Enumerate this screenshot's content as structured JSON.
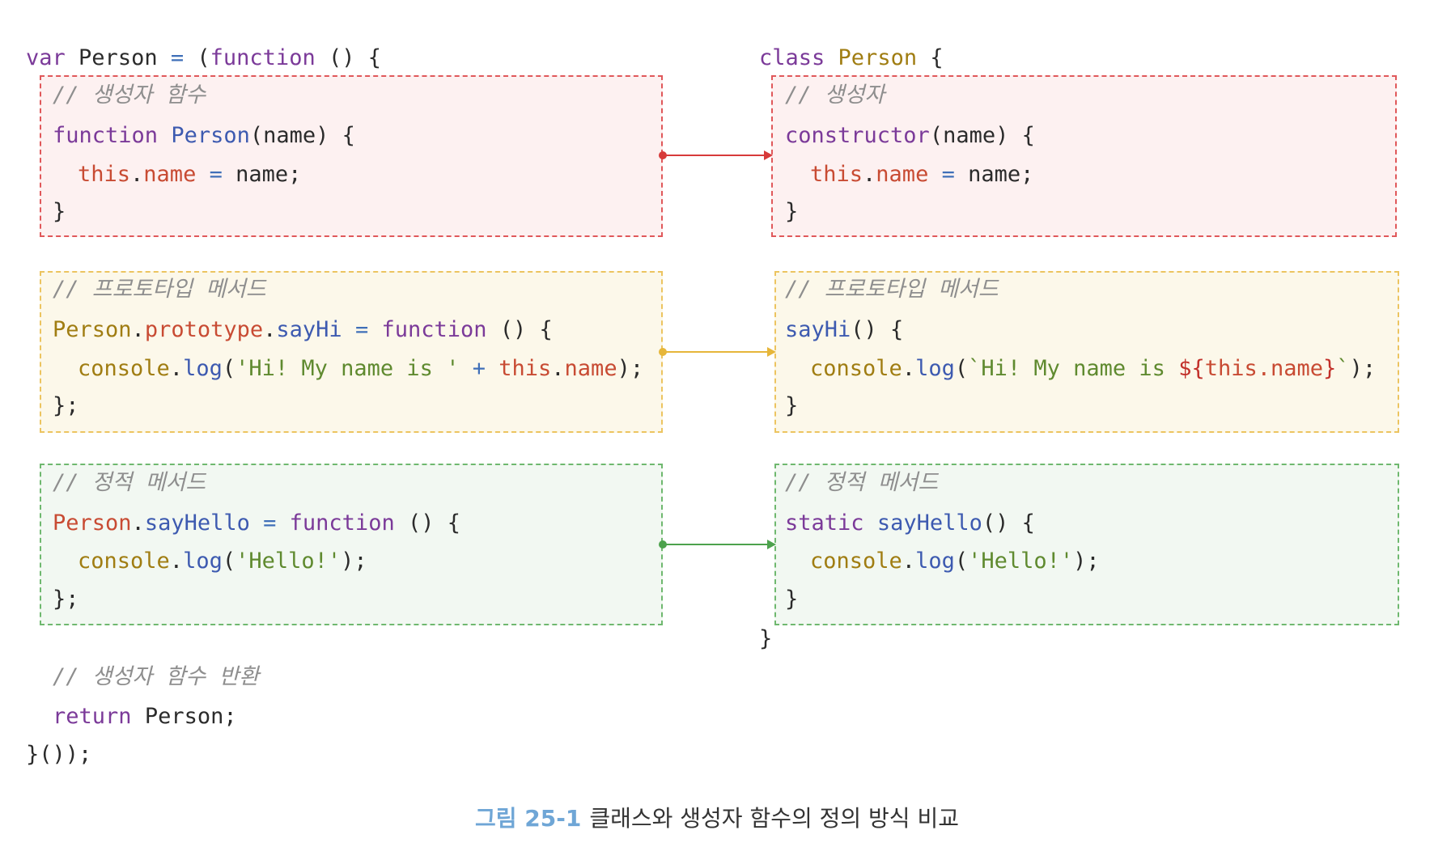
{
  "left": {
    "header": {
      "kw_var": "var",
      "name": "Person",
      "eq": "=",
      "open": "(",
      "kw_function": "function",
      "rest": "() {"
    },
    "ctor": {
      "comment": "// 생성자 함수",
      "l1_kw": "function",
      "l1_fn": "Person",
      "l1_rest": "(name) {",
      "l2_this": "this",
      "l2_dot": ".",
      "l2_prop": "name",
      "l2_eq": "=",
      "l2_rest": "name;",
      "l3": "}"
    },
    "proto": {
      "comment": "// 프로토타입 메서드",
      "l1_obj": "Person",
      "l1_dot": ".",
      "l1_prop": "prototype",
      "l1_dot2": ".",
      "l1_fn": "sayHi",
      "l1_eq": "=",
      "l1_kw": "function",
      "l1_rest": "() {",
      "l2_obj": "console",
      "l2_dot": ".",
      "l2_fn": "log",
      "l2_open": "(",
      "l2_str": "'Hi! My name is '",
      "l2_plus": "+",
      "l2_this": "this",
      "l2_dot2": ".",
      "l2_prop": "name",
      "l2_close": ");",
      "l3": "};"
    },
    "static": {
      "comment": "// 정적 메서드",
      "l1_obj": "Person",
      "l1_dot": ".",
      "l1_fn": "sayHello",
      "l1_eq": "=",
      "l1_kw": "function",
      "l1_rest": "() {",
      "l2_obj": "console",
      "l2_dot": ".",
      "l2_fn": "log",
      "l2_open": "(",
      "l2_str": "'Hello!'",
      "l2_close": ");",
      "l3": "};"
    },
    "footer": {
      "comment": "// 생성자 함수 반환",
      "ret_kw": "return",
      "ret_rest": "Person;",
      "close": "}());"
    }
  },
  "right": {
    "header": {
      "kw_class": "class",
      "name": "Person",
      "brace": "{"
    },
    "ctor": {
      "comment": "// 생성자",
      "l1_fn": "constructor",
      "l1_rest": "(name) {",
      "l2_this": "this",
      "l2_dot": ".",
      "l2_prop": "name",
      "l2_eq": "=",
      "l2_rest": "name;",
      "l3": "}"
    },
    "proto": {
      "comment": "// 프로토타입 메서드",
      "l1_fn": "sayHi",
      "l1_rest": "() {",
      "l2_obj": "console",
      "l2_dot": ".",
      "l2_fn": "log",
      "l2_open": "(",
      "l2_bt": "`Hi! My name is ",
      "l2_tpl_open": "${",
      "l2_this": "this",
      "l2_dot2": ".",
      "l2_prop": "name",
      "l2_tpl_close": "}",
      "l2_bt_end": "`",
      "l2_close": ");",
      "l3": "}"
    },
    "static": {
      "comment": "// 정적 메서드",
      "l1_kw": "static",
      "l1_fn": "sayHello",
      "l1_rest": "() {",
      "l2_obj": "console",
      "l2_dot": ".",
      "l2_fn": "log",
      "l2_open": "(",
      "l2_str": "'Hello!'",
      "l2_close": ");",
      "l3": "}"
    },
    "close": "}"
  },
  "caption": {
    "label": "그림 25-1",
    "text": "클래스와 생성자 함수의 정의 방식 비교"
  },
  "colors": {
    "red": "#e0585a",
    "yellow": "#ecc460",
    "green": "#4da24d"
  }
}
